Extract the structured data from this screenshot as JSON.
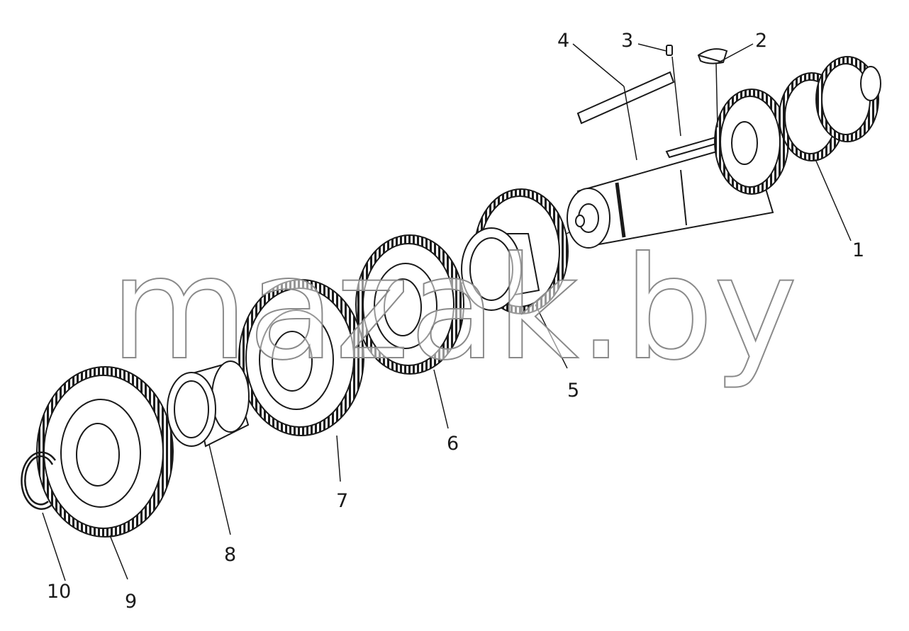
{
  "diagram": {
    "callouts": [
      {
        "id": "c1",
        "text": "1"
      },
      {
        "id": "c2",
        "text": "2"
      },
      {
        "id": "c3",
        "text": "3"
      },
      {
        "id": "c4",
        "text": "4"
      },
      {
        "id": "c5",
        "text": "5"
      },
      {
        "id": "c6",
        "text": "6"
      },
      {
        "id": "c7",
        "text": "7"
      },
      {
        "id": "c8",
        "text": "8"
      },
      {
        "id": "c9",
        "text": "9"
      },
      {
        "id": "c10",
        "text": "10"
      }
    ],
    "watermark": "mazak.by",
    "colors": {
      "line": "#1a1a1a",
      "shade": "#cfcfcf",
      "watermark_stroke": "#8a8a8a"
    }
  }
}
